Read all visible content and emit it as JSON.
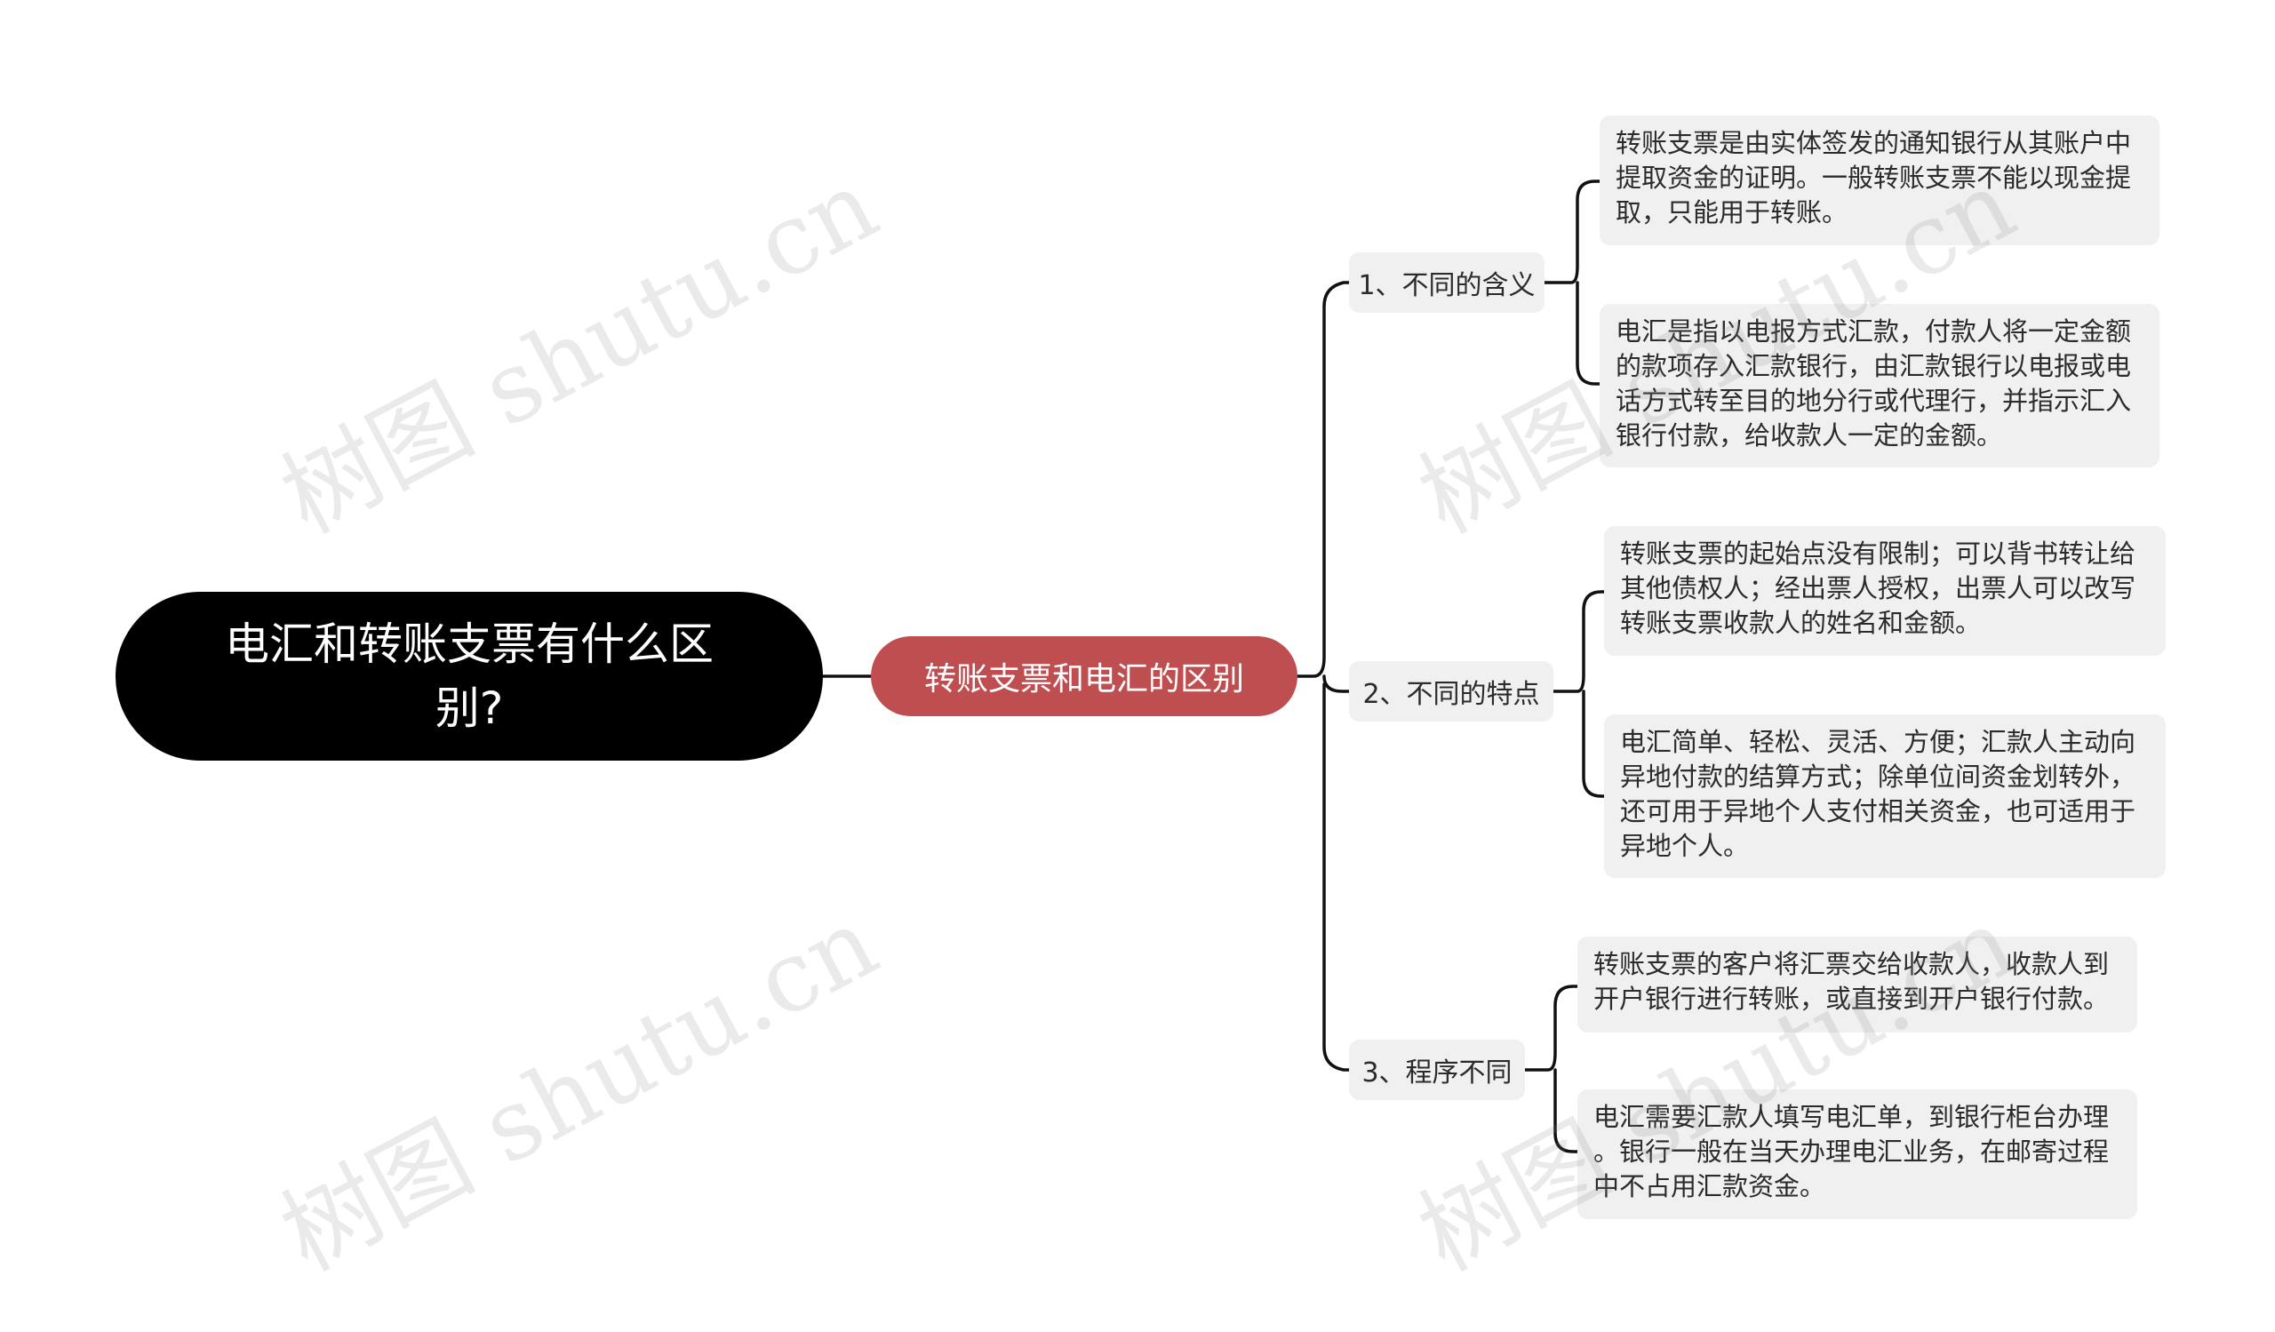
{
  "root": {
    "title": "电汇和转账支票有什么区别?"
  },
  "center": {
    "label": "转账支票和电汇的区别"
  },
  "branches": [
    {
      "label": "1、不同的含义",
      "leaves": [
        "转账支票是由实体签发的通知银行从其账户中\n提取资金的证明。一般转账支票不能以现金提\n取，只能用于转账。",
        "电汇是指以电报方式汇款，付款人将一定金额\n的款项存入汇款银行，由汇款银行以电报或电\n话方式转至目的地分行或代理行，并指示汇入\n银行付款，给收款人一定的金额。"
      ]
    },
    {
      "label": "2、不同的特点",
      "leaves": [
        "转账支票的起始点没有限制；可以背书转让给\n其他债权人；经出票人授权，出票人可以改写\n转账支票收款人的姓名和金额。",
        "电汇简单、轻松、灵活、方便；汇款人主动向\n异地付款的结算方式；除单位间资金划转外，\n还可用于异地个人支付相关资金，也可适用于\n异地个人。"
      ]
    },
    {
      "label": "3、程序不同",
      "leaves": [
        "转账支票的客户将汇票交给收款人，收款人到\n开户银行进行转账，或直接到开户银行付款。",
        "电汇需要汇款人填写电汇单，到银行柜台办理\n。银行一般在当天办理电汇业务，在邮寄过程\n中不占用汇款资金。"
      ]
    }
  ],
  "watermark": {
    "text": "树图 shutu.cn"
  },
  "colors": {
    "root_bg": "#000000",
    "center_bg": "#bf4e50",
    "node_bg": "#f0f0f0",
    "connector": "#111111"
  }
}
